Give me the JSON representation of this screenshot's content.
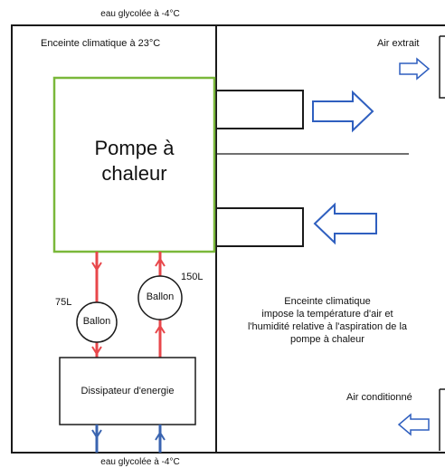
{
  "labels": {
    "top_note": "eau glycolée à -4°C",
    "bottom_note": "eau glycolée à -4°C",
    "left_chamber": "Enceinte climatique à 23°C",
    "heat_pump_line1": "Pompe à",
    "heat_pump_line2": "chaleur",
    "ballon_left": "Ballon",
    "ballon_right": "Ballon",
    "vol_left": "75L",
    "vol_right": "150L",
    "dissipator": "Dissipateur d'energie",
    "right_chamber_1": "Enceinte climatique",
    "right_chamber_2": "impose la température d'air et",
    "right_chamber_3": "l'humidité relative à l'aspiration de la",
    "right_chamber_4": "pompe à chaleur",
    "air_extract": "Air extrait",
    "air_conditioned": "Air conditionné"
  },
  "colors": {
    "outline": "#1a1a1a",
    "heat_pump_border": "#7ab83a",
    "hot_pipe": "#e8474b",
    "cold_pipe": "#3a64b0",
    "arrow": "#2f5fbf"
  }
}
